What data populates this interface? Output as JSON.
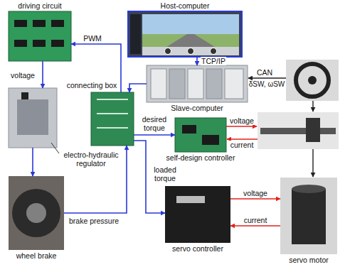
{
  "diagram": {
    "nodes": [
      {
        "text": [
          "Host-computer"
        ]
      },
      {
        "text": [
          "Slave-computer"
        ]
      },
      {
        "text": [
          "driving circuit"
        ]
      },
      {
        "text": [
          "electro-hydraulic regulator"
        ]
      },
      {
        "text": [
          "wheel brake"
        ]
      },
      {
        "text": [
          "connecting box"
        ]
      },
      {
        "text": [
          "self-design controller"
        ]
      },
      {
        "text": [
          "servo controller"
        ]
      },
      {
        "text": [
          "servo motor"
        ]
      }
    ],
    "edges": [
      {
        "from": 0,
        "to": 1,
        "label": "TCP/IP",
        "arrow": "to"
      },
      {
        "from": 1,
        "to": 5,
        "arrow": "to"
      },
      {
        "from": 5,
        "to": 2,
        "label": "PWM",
        "arrow": "to"
      },
      {
        "from": 2,
        "to": 3,
        "label": "voltage",
        "arrow": "to"
      },
      {
        "from": 3,
        "to": 4,
        "arrow": "to"
      },
      {
        "from": 4,
        "to": 5,
        "label": "brake pressure",
        "arrow": "to"
      },
      {
        "from": 5,
        "to": 6,
        "label": "desired torque",
        "arrow": "to"
      },
      {
        "from": 5,
        "to": 7,
        "label": "loaded torque",
        "arrow": "to"
      },
      {
        "from": 7,
        "to": 8,
        "label": "voltage",
        "arrow": "to"
      },
      {
        "from": 8,
        "to": 7,
        "label": "current",
        "arrow": "to"
      }
    ],
    "labels": [
      "CAN",
      "δSW, ωSW",
      "voltage",
      "current"
    ]
  }
}
